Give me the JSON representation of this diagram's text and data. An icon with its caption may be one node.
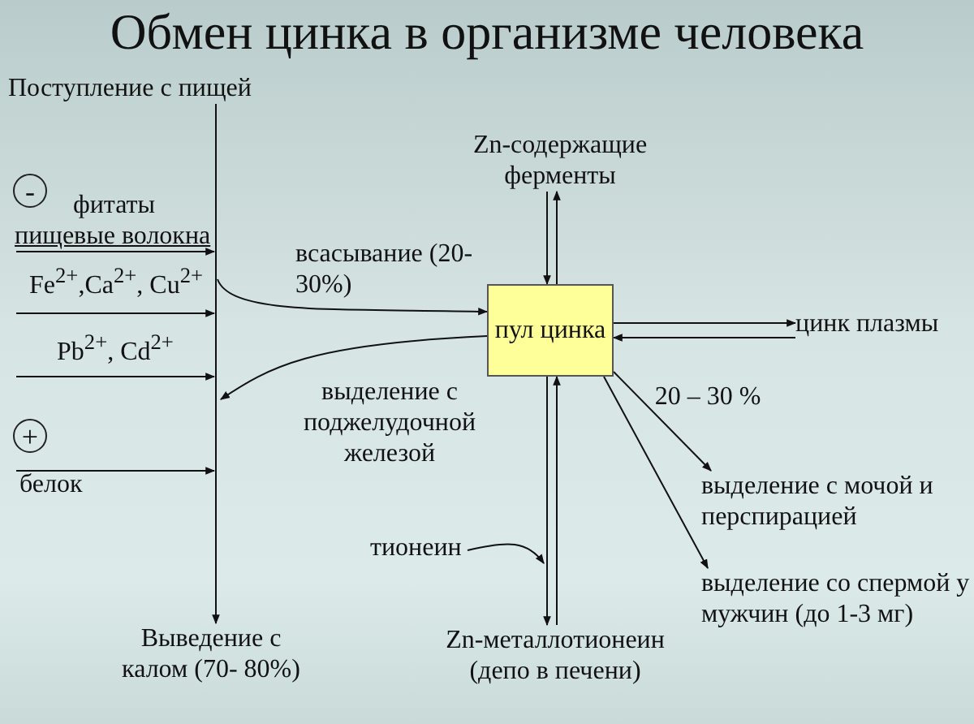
{
  "diagram": {
    "title": "Обмен цинка в организме человека",
    "nodes": [
      {
        "text": [
          "Поступление с пищей"
        ]
      },
      {
        "text": [
          "-"
        ]
      },
      {
        "text": [
          "+"
        ]
      },
      {
        "text": [
          "Zn-содержащие ферменты"
        ]
      },
      {
        "text": [
          "пул цинка"
        ]
      },
      {
        "text": [
          "цинк плазмы"
        ]
      },
      {
        "text": [
          "выделение с мочой и перспирацией"
        ]
      },
      {
        "text": [
          "тионеин"
        ]
      },
      {
        "text": [
          "выделение со спермой у мужчин (до 1-3 мг)"
        ]
      },
      {
        "text": [
          "Выведение с калом (70- 80%)"
        ]
      },
      {
        "text": [
          "Zn-металлотионеин (депо в печени)"
        ]
      }
    ],
    "edges": [
      {
        "from": 0,
        "to": 9,
        "arrow": "to"
      },
      {
        "from": null,
        "to": 4,
        "arrow": "to",
        "label": "всасывание (20-30%)"
      },
      {
        "from": 4,
        "to": null,
        "arrow": "to",
        "label": "выделение с поджелудочной железой"
      },
      {
        "from": 3,
        "to": 4,
        "arrow": "to"
      },
      {
        "from": 4,
        "to": 3,
        "arrow": "to"
      },
      {
        "from": 4,
        "to": 5,
        "arrow": "to"
      },
      {
        "from": 5,
        "to": 4,
        "arrow": "to"
      },
      {
        "from": 4,
        "to": 6,
        "arrow": "to",
        "label": "20 – 30 %"
      },
      {
        "from": 4,
        "to": 8,
        "arrow": "to"
      },
      {
        "from": 4,
        "to": 10,
        "arrow": "to"
      },
      {
        "from": 10,
        "to": 4,
        "arrow": "to"
      },
      {
        "from": 7,
        "to": null,
        "arrow": "to"
      }
    ],
    "labels": [
      "фитаты",
      "пищевые волокна",
      "Fe$^{2+}$,Ca$^{2+}$, Cu$^{2+}$",
      "Pb$^{2+}$, Cd$^{2+}$",
      "белок"
    ]
  }
}
